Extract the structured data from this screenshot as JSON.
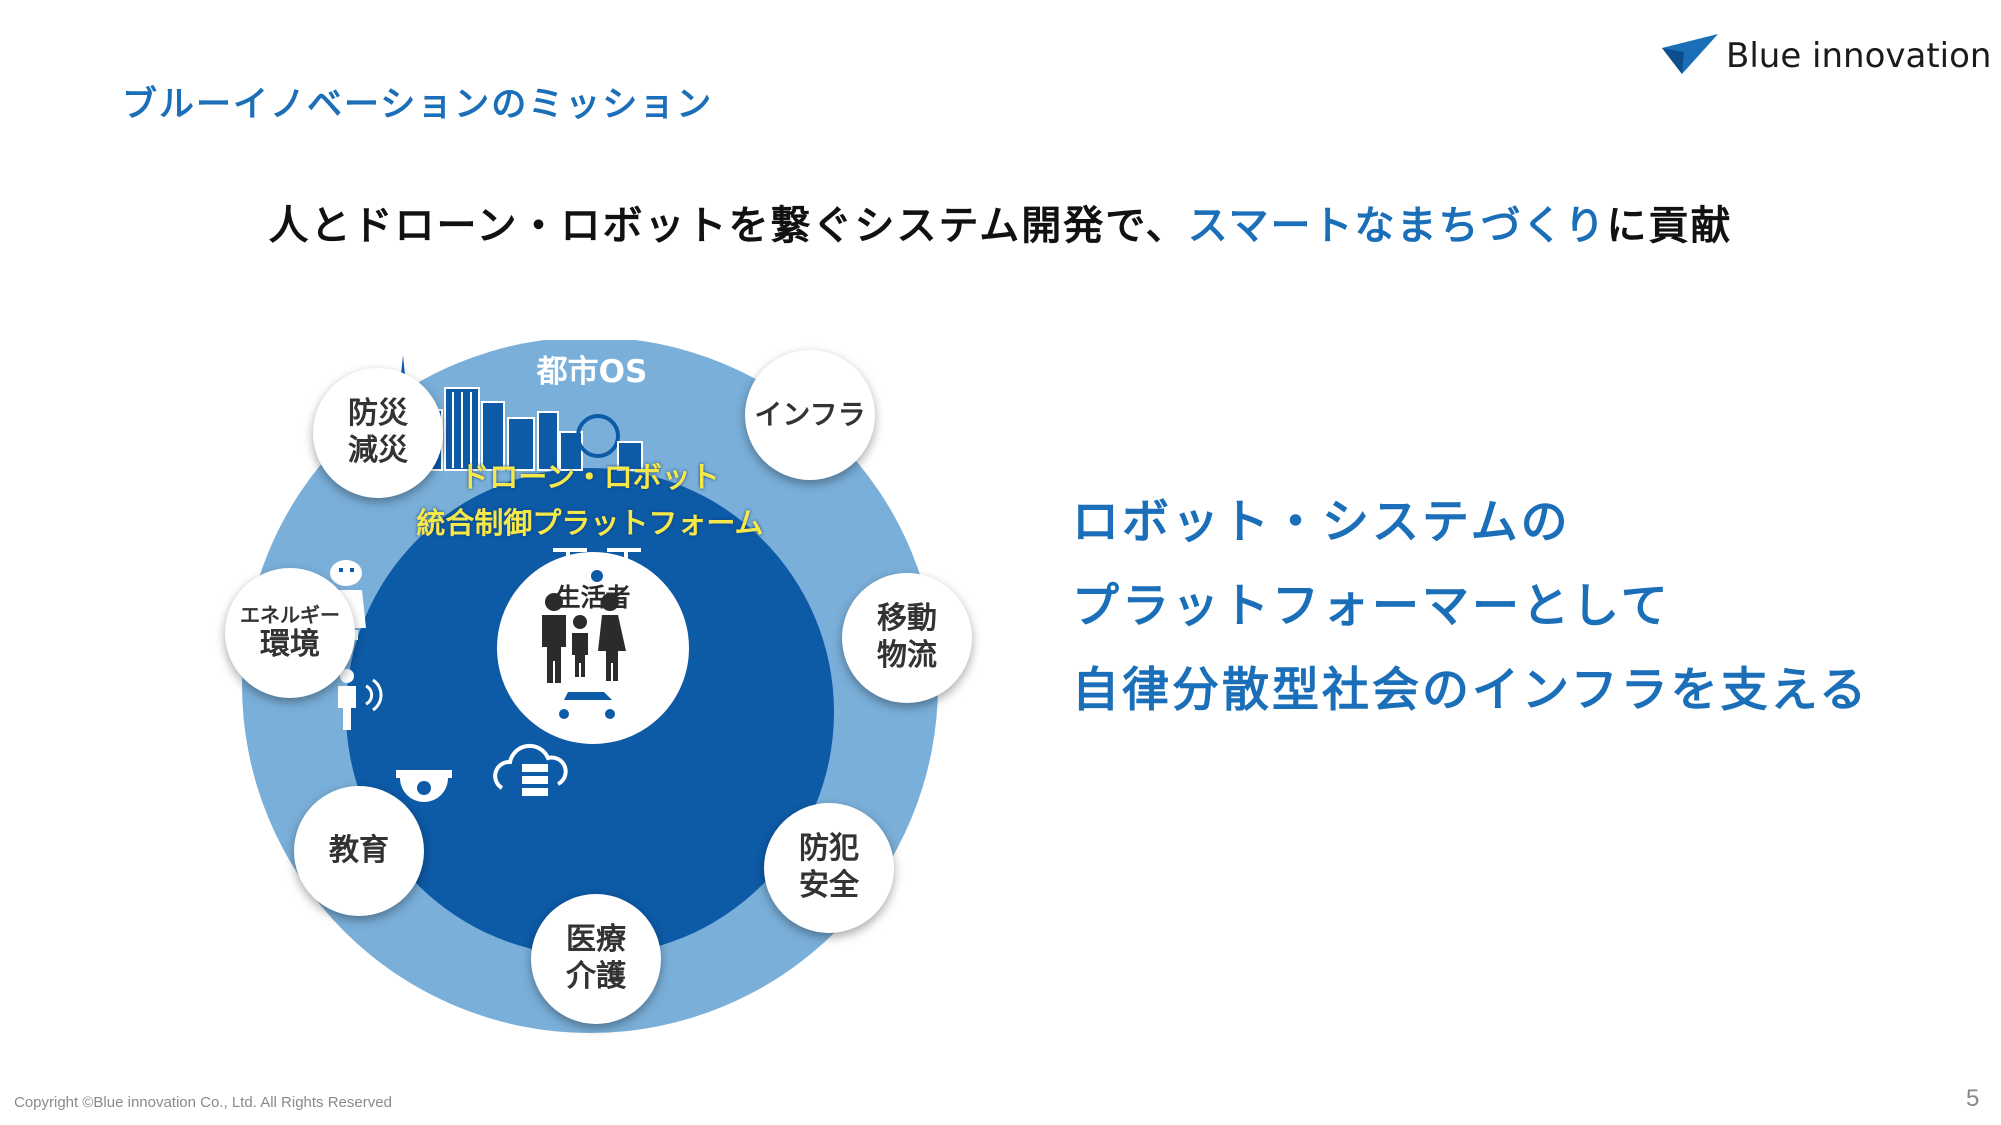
{
  "header": {
    "section_title": "ブルーイノベーションのミッション",
    "logo_text": "Blue innovation"
  },
  "headline": {
    "prefix": "人とドローン・ロボットを繋ぐシステム開発で、",
    "highlight": "スマートなまちづくり",
    "suffix": "に貢献"
  },
  "diagram": {
    "outer_label": "都市OS",
    "platform_line1": "ドローン・ロボット",
    "platform_line2": "統合制御プラットフォーム",
    "center_label": "生活者",
    "bubbles": [
      {
        "lines": [
          "防災",
          "減災"
        ]
      },
      {
        "lines": [
          "インフラ"
        ]
      },
      {
        "lines": [
          "エネルギー",
          "環境"
        ]
      },
      {
        "lines": [
          "移動",
          "物流"
        ]
      },
      {
        "lines": [
          "教育"
        ]
      },
      {
        "lines": [
          "医療",
          "介護"
        ]
      },
      {
        "lines": [
          "防犯",
          "安全"
        ]
      }
    ],
    "colors": {
      "outer_ring": "#7aafd9",
      "inner_circle": "#0d5aa7",
      "platform_text": "#f6e84a",
      "outer_label": "#ffffff"
    }
  },
  "message": {
    "lines": [
      "ロボット・システムの",
      "プラットフォーマーとして",
      "自律分散型社会のインフラを支える"
    ]
  },
  "footer": {
    "copyright": "Copyright ©Blue innovation Co., Ltd. All Rights Reserved",
    "page_number": "5"
  },
  "icons": [
    "robot-icon",
    "drone-icon",
    "person-signal-icon",
    "car-icon",
    "security-camera-icon",
    "cloud-server-icon",
    "family-icon",
    "city-skyline-icon"
  ]
}
